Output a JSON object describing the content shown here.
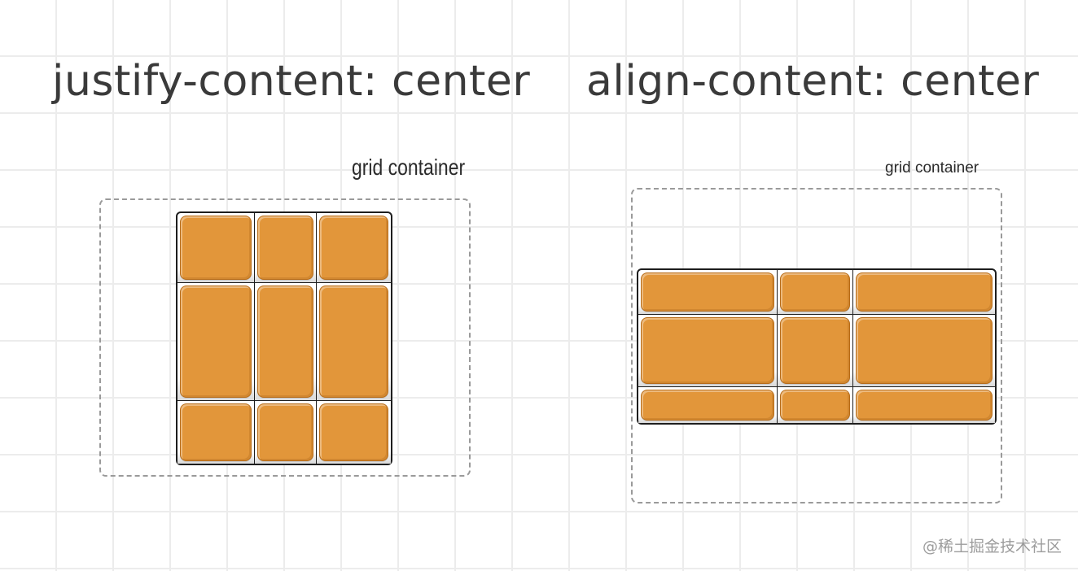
{
  "left": {
    "title": "justify-content: center",
    "container_label": "grid container",
    "rows": 3,
    "cols": 3
  },
  "right": {
    "title": "align-content: center",
    "container_label": "grid container",
    "rows": 3,
    "cols": 3
  },
  "watermark": "@稀土掘金技术社区",
  "colors": {
    "item_fill": "#e2963a",
    "item_border": "#b86c18",
    "grid_line": "#1e1e1e",
    "dashed_border": "#9a9a9a",
    "title_text": "#3a3a3a"
  }
}
